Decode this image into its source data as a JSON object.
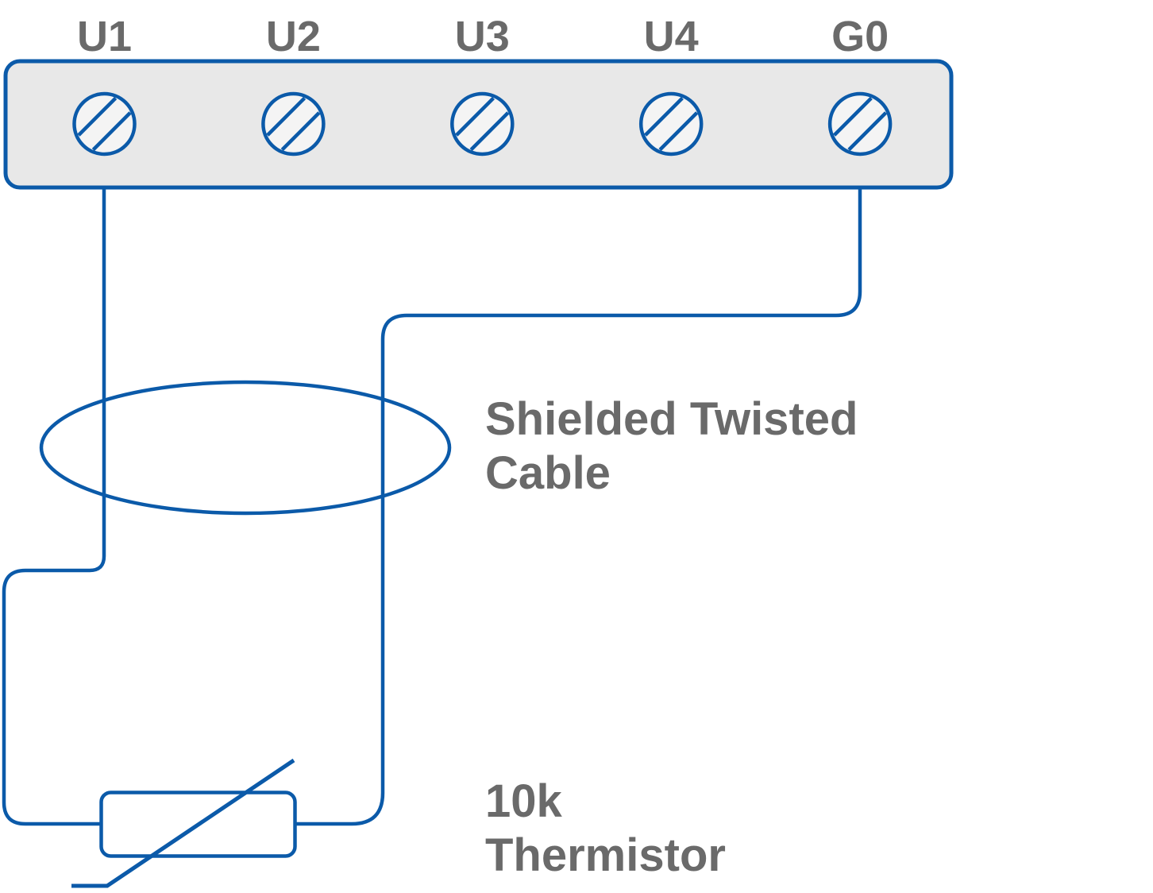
{
  "colors": {
    "wire_blue": "#0b5aa9",
    "label_gray": "#6a6a6a",
    "terminal_block_fill": "#e8e8e8",
    "screw_fill": "#f4f4f4",
    "background": "#ffffff"
  },
  "terminal_block": {
    "terminals": [
      {
        "label": "U1"
      },
      {
        "label": "U2"
      },
      {
        "label": "U3"
      },
      {
        "label": "U4"
      },
      {
        "label": "G0"
      }
    ]
  },
  "annotations": {
    "cable": "Shielded Twisted\nCable",
    "thermistor": "10k\nThermistor"
  },
  "icons": {
    "screw_terminal": "circle-with-double-slash"
  }
}
